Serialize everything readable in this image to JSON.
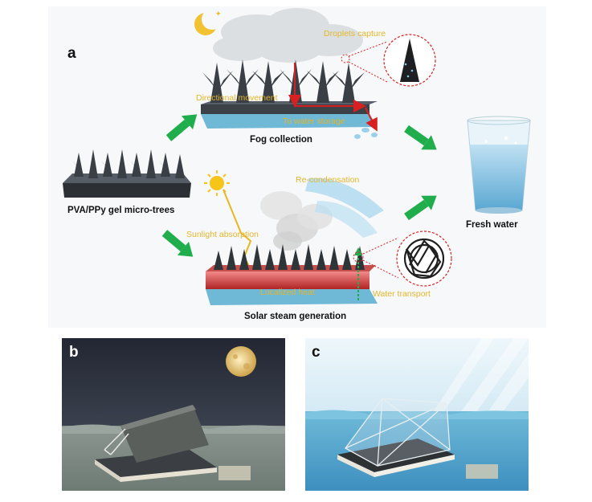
{
  "panel_labels": {
    "a": "a",
    "b": "b",
    "c": "c"
  },
  "captions": {
    "fog_collection": "Fog collection",
    "gel_trees": "PVA/PPy gel micro-trees",
    "fresh_water": "Fresh water",
    "solar_steam": "Solar steam generation"
  },
  "annotations": {
    "droplets_capture": "Droplets capture",
    "directional_movement": "Directional movement",
    "to_water_storage": "To water storage",
    "re_condensation": "Re-condensation",
    "sunlight_absorption": "Sunlight absorption",
    "localized_heat": "Localized heat",
    "water_transport": "Water transport"
  },
  "colors": {
    "arrow_green": "#1fae4b",
    "annotation_yellow": "#e3b62b",
    "water_blue": "#5fb2d8",
    "heat_red": "#d93a3a",
    "night_sky": "#2f3442",
    "day_sky": "#cfe7f3"
  },
  "icons": [
    "moon-icon",
    "sun-icon",
    "cone-inset-icon",
    "network-inset-icon",
    "water-glass-icon",
    "full-moon-icon"
  ]
}
